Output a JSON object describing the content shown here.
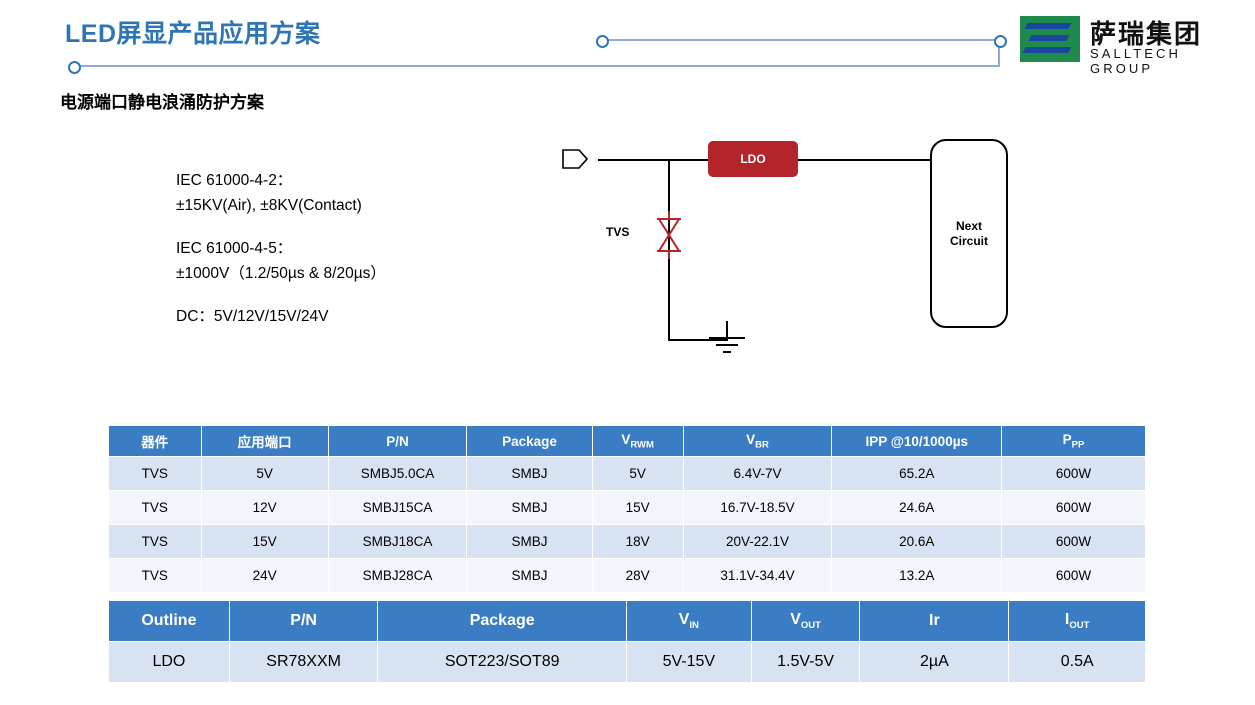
{
  "header": {
    "title": "LED屏显产品应用方案",
    "logo_cn": "萨瑞集团",
    "logo_en": "SALLTECH GROUP"
  },
  "subtitle": "电源端口静电浪涌防护方案",
  "spec": {
    "line1": "IEC 61000-4-2：",
    "line2": "±15KV(Air), ±8KV(Contact)",
    "line3": "IEC 61000-4-5：",
    "line4": "±1000V（1.2/50µs & 8/20µs）",
    "line5": "DC：5V/12V/15V/24V"
  },
  "circuit": {
    "ldo_label": "LDO",
    "tvs_label": "TVS",
    "next_line1": "Next",
    "next_line2": "Circuit"
  },
  "table1": {
    "headers": [
      "器件",
      "应用端口",
      "P/N",
      "Package",
      "V|RWM",
      "V|BR",
      "IPP @10/1000µs",
      "P|PP"
    ],
    "rows": [
      [
        "TVS",
        "5V",
        "SMBJ5.0CA",
        "SMBJ",
        "5V",
        "6.4V-7V",
        "65.2A",
        "600W"
      ],
      [
        "TVS",
        "12V",
        "SMBJ15CA",
        "SMBJ",
        "15V",
        "16.7V-18.5V",
        "24.6A",
        "600W"
      ],
      [
        "TVS",
        "15V",
        "SMBJ18CA",
        "SMBJ",
        "18V",
        "20V-22.1V",
        "20.6A",
        "600W"
      ],
      [
        "TVS",
        "24V",
        "SMBJ28CA",
        "SMBJ",
        "28V",
        "31.1V-34.4V",
        "13.2A",
        "600W"
      ]
    ]
  },
  "table2": {
    "headers": [
      "Outline",
      "P/N",
      "Package",
      "V|IN",
      "V|OUT",
      "Ir",
      "I|OUT"
    ],
    "rows": [
      [
        "LDO",
        "SR78XXM",
        "SOT223/SOT89",
        "5V-15V",
        "1.5V-5V",
        "2µA",
        "0.5A"
      ]
    ]
  },
  "colors": {
    "brand_blue": "#2E75B6",
    "table_header": "#3B7DC4",
    "table_row": "#D7E3F3",
    "ldo_red": "#B3242B",
    "logo_green": "#1F8A4C",
    "logo_blue": "#17489E"
  }
}
